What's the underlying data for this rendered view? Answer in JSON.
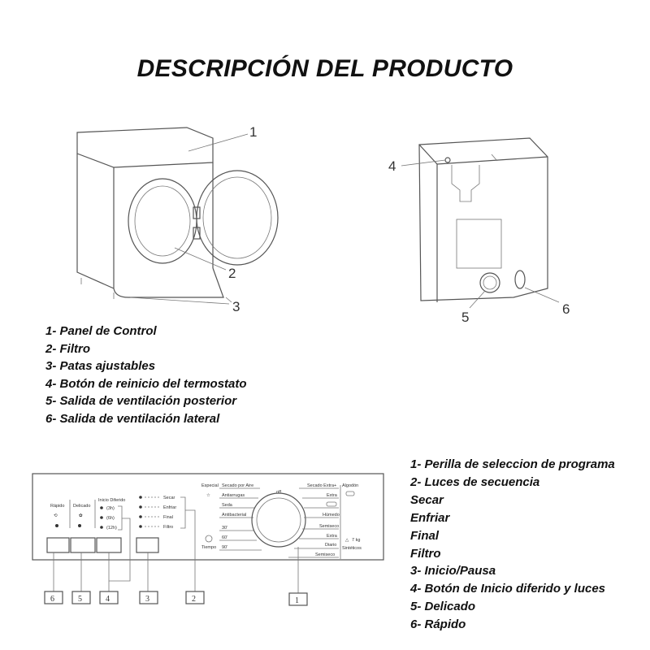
{
  "title": "DESCRIPCIÓN DEL PRODUCTO",
  "dryer_front": {
    "callouts": [
      "1",
      "2",
      "3"
    ]
  },
  "dryer_back": {
    "callouts": [
      "4",
      "5",
      "6"
    ]
  },
  "parts_legend": [
    "1- Panel de Control",
    "2- Filtro",
    "3- Patas ajustables",
    "4- Botón de reinicio del termostato",
    "5- Salida de ventilación posterior",
    "6- Salida de ventilación lateral"
  ],
  "panel": {
    "buttons": {
      "rapido": "Rápido",
      "delicado": "Delicado",
      "inicio_diferido": "Inicio Diferido",
      "delays": [
        "(3h)",
        "(6h)",
        "(12h)"
      ]
    },
    "sequence": [
      "Secar",
      "Enfriar",
      "Final",
      "Filtro"
    ],
    "knob": {
      "especial": "Especial",
      "tiempo": "Tiempo",
      "off": "off",
      "left_header": "Secado por Aire",
      "left_programs": [
        "Antiarrugas",
        "Seda",
        "Antibacterial",
        "30'",
        "60'",
        "90'"
      ],
      "right_header": "Secado Extra+",
      "right_programs": [
        "Extra",
        "Húmedo",
        "Semiseco",
        "Extra",
        "Diario",
        "Semiseco"
      ],
      "algodon": "Algodón",
      "sinteticos": "Sintéticos",
      "capacity": "7 kg"
    },
    "boxes": [
      "6",
      "5",
      "4",
      "3",
      "2",
      "1"
    ]
  },
  "panel_legend": [
    "1- Perilla de seleccion de programa",
    "2- Luces de secuencia",
    "Secar",
    "Enfriar",
    "Final",
    "Filtro",
    "3- Inicio/Pausa",
    "4- Botón de Inicio diferido y luces",
    "5- Delicado",
    "6- Rápido"
  ]
}
